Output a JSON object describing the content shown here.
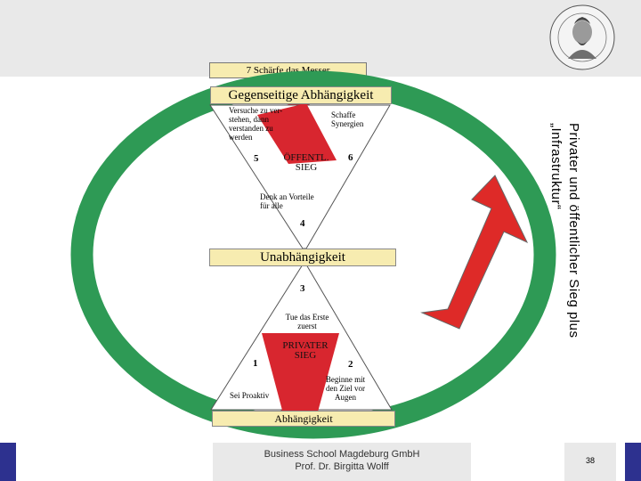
{
  "slide": {
    "step_title": "7  Schärfe das Messer",
    "bars": {
      "top": "Gegenseitige Abhängigkeit",
      "middle": "Unabhängigkeit",
      "bottom": "Abhängigkeit"
    },
    "upper_triangle": {
      "label": "ÖFFENTL.\nSIEG",
      "left_text": "Versuche zu ver-\nstehen, dann\nverstanden zu\nwerden",
      "right_text": "Schaffe\nSynergien",
      "left_number": "5",
      "right_number": "6"
    },
    "middle_top": {
      "text": "Denk an Vorteile\nfür alle",
      "number": "4"
    },
    "middle_bottom": {
      "number": "3",
      "text": "Tue das Erste\nzuerst"
    },
    "lower_triangle": {
      "label": "PRIVATER\nSIEG",
      "left_number": "1",
      "right_number": "2",
      "left_text": "Sei Proaktiv",
      "right_text": "Beginne mit\nden Ziel vor\nAugen"
    },
    "vertical_text": "Privater und öffentlicher Sieg plus\n„Infrastruktur“"
  },
  "footer": {
    "line1": "Business School Magdeburg GmbH",
    "line2": "Prof. Dr. Birgitta Wolff",
    "page_number": "38"
  },
  "colors": {
    "ring": "#2e9a55",
    "bar_fill": "#f7ecb0",
    "triangle": "#d8262f",
    "arrow": "#de2a28",
    "footer_accent": "#2d318f"
  },
  "icons": {
    "logo": "university-seal-logo",
    "arrow": "up-right-arrow-icon"
  }
}
